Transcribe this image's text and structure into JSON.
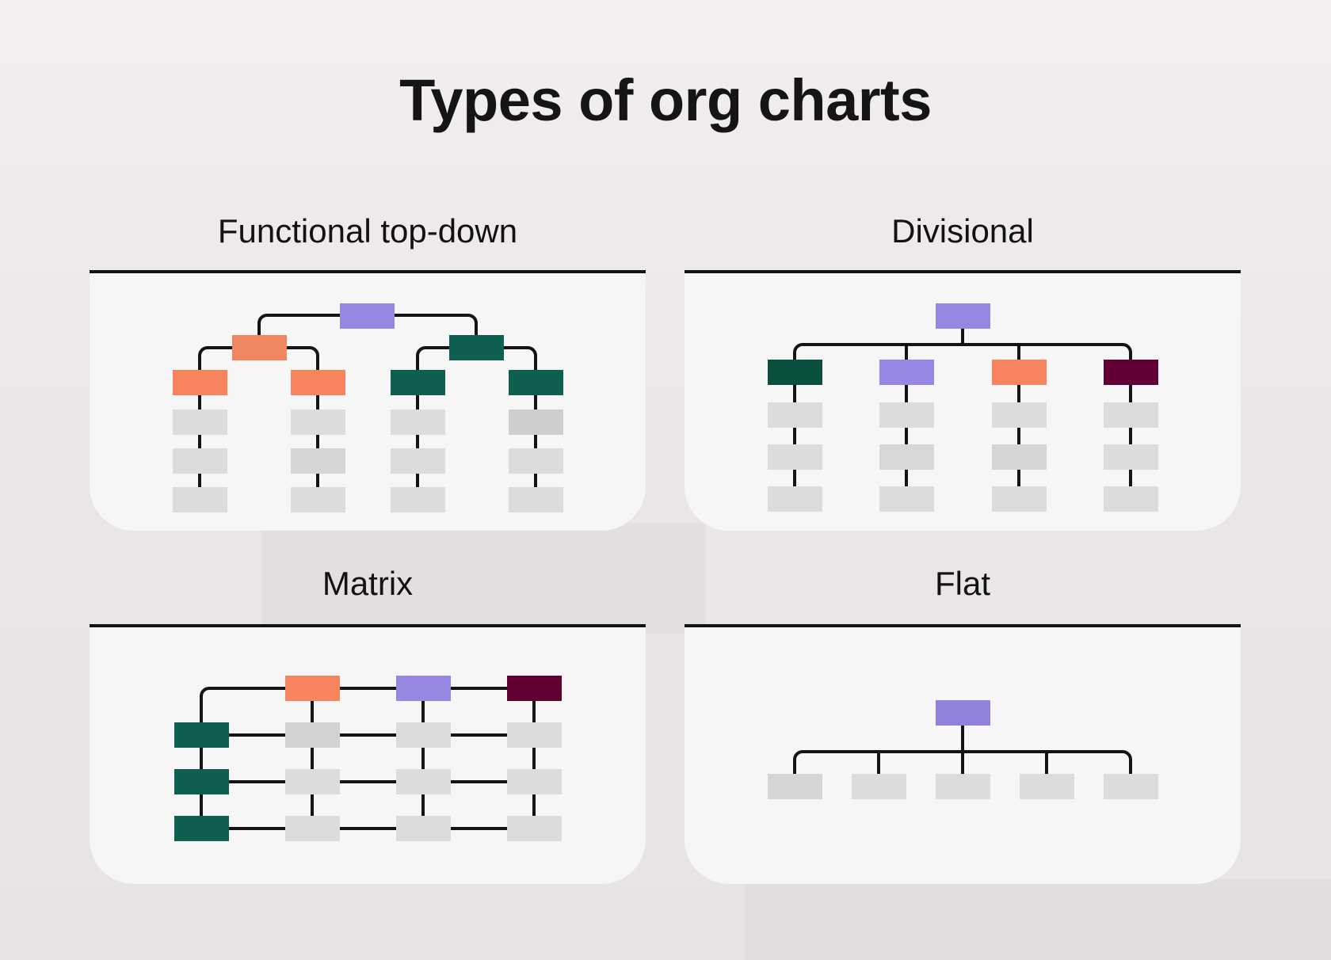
{
  "page": {
    "title": "Types of org charts"
  },
  "colors": {
    "background": "#ebe6e8",
    "panel": "#f7f6f6",
    "purple": "#9687e3",
    "orange": "#f7845f",
    "green": "#0e5f50",
    "dark_green": "#0b4f3e",
    "maroon": "#620033",
    "grey_node": "#dddcdc",
    "line": "#141414"
  },
  "sections": [
    {
      "id": "functional",
      "label": "Functional top-down"
    },
    {
      "id": "divisional",
      "label": "Divisional"
    },
    {
      "id": "matrix",
      "label": "Matrix"
    },
    {
      "id": "flat",
      "label": "Flat"
    }
  ],
  "diagrams": {
    "functional": {
      "root": "purple",
      "branches": [
        {
          "head": "orange",
          "teams": [
            {
              "lead": "orange",
              "members": 3
            },
            {
              "lead": "orange",
              "members": 3
            }
          ]
        },
        {
          "head": "green",
          "teams": [
            {
              "lead": "green",
              "members": 3
            },
            {
              "lead": "green",
              "members": 3
            }
          ]
        }
      ]
    },
    "divisional": {
      "root": "purple",
      "divisions": [
        {
          "head": "dark_green",
          "members": 3
        },
        {
          "head": "purple",
          "members": 3
        },
        {
          "head": "orange",
          "members": 3
        },
        {
          "head": "maroon",
          "members": 3
        }
      ]
    },
    "matrix": {
      "column_heads": [
        "orange",
        "purple",
        "maroon"
      ],
      "row_heads": [
        "green",
        "green",
        "green"
      ],
      "cells_per_row": 3
    },
    "flat": {
      "root": "purple",
      "members": 5
    }
  }
}
